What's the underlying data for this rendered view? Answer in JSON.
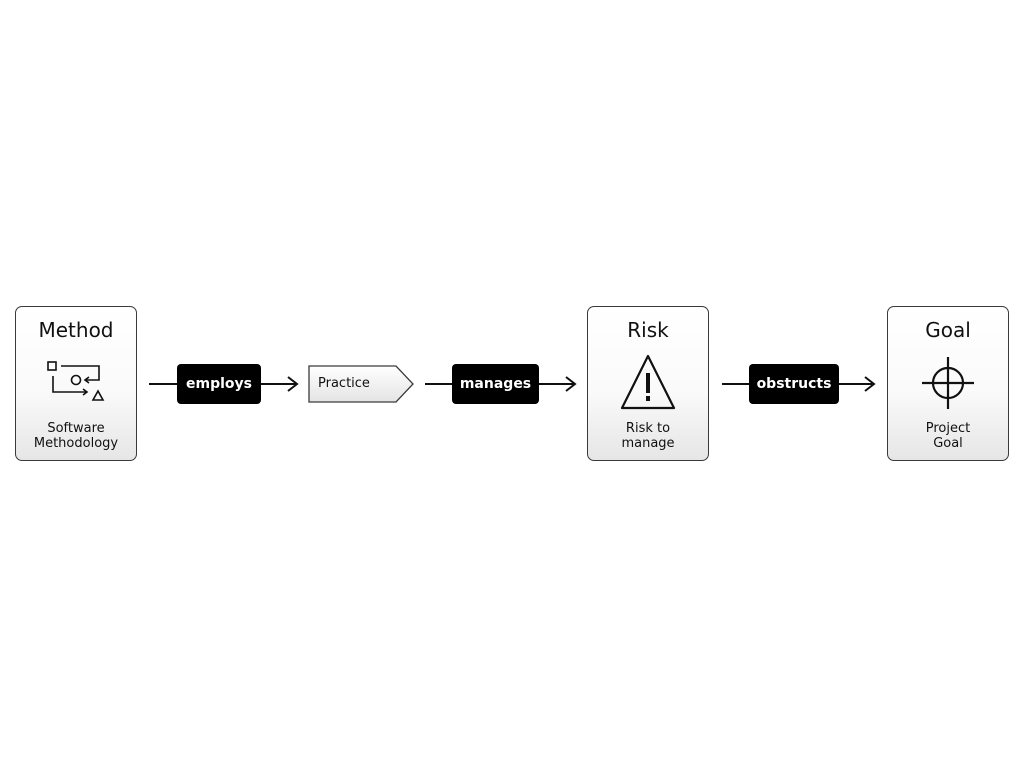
{
  "nodes": {
    "method": {
      "title": "Method",
      "caption_line1": "Software",
      "caption_line2": "Methodology",
      "icon": "process-flow-icon"
    },
    "risk": {
      "title": "Risk",
      "caption_line1": "Risk to",
      "caption_line2": "manage",
      "icon": "warning-icon"
    },
    "goal": {
      "title": "Goal",
      "caption_line1": "Project",
      "caption_line2": "Goal",
      "icon": "crosshair-icon"
    },
    "practice": {
      "label": "Practice"
    }
  },
  "edges": {
    "employs": "employs",
    "manages": "manages",
    "obstructs": "obstructs"
  },
  "colors": {
    "stroke": "#111111",
    "label_fill": "#000000",
    "label_text": "#ffffff"
  }
}
